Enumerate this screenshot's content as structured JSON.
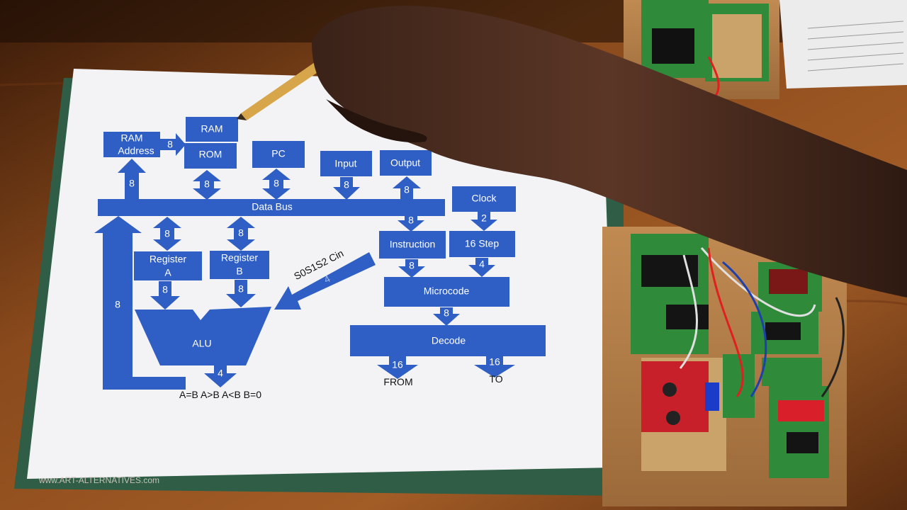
{
  "diagram": {
    "blocks": {
      "ram_address": [
        "RAM",
        "Address"
      ],
      "ram": "RAM",
      "rom": "ROM",
      "pc": "PC",
      "input": "Input",
      "output": "Output",
      "clock": "Clock",
      "data_bus": "Data Bus",
      "register_a": [
        "Register",
        "A"
      ],
      "register_b": [
        "Register",
        "B"
      ],
      "instruction": "Instruction",
      "step": "16 Step",
      "microcode": "Microcode",
      "decode": "Decode",
      "alu": "ALU"
    },
    "bus_widths": {
      "ram_addr_to_ram": "8",
      "bus_to_ram_address": "8",
      "bus_rom": "8",
      "bus_pc": "8",
      "bus_input": "8",
      "bus_output": "8",
      "clock_to_step": "2",
      "bus_to_instruction": "8",
      "bus_reg_a": "8",
      "bus_reg_b": "8",
      "loop_to_bus": "8",
      "reg_a_to_alu": "8",
      "reg_b_to_alu": "8",
      "instruction_to_microcode": "8",
      "step_to_microcode": "4",
      "microcode_to_decode": "8",
      "alu_flags": "4",
      "decode_from": "16",
      "decode_to": "16",
      "alu_control": "4"
    },
    "alu_control_label": "S0S1S2 Cin",
    "flags_label": "A=B A>B A<B B=0",
    "from_label": "FROM",
    "to_label": "TO",
    "watermark": "www.ART-ALTERNATIVES.com"
  },
  "colors": {
    "diagram_blue": "#2f5fc4",
    "paper": "#f3f3f6",
    "table": "#8a4a1c",
    "pcb_green": "#2f8a3a"
  }
}
